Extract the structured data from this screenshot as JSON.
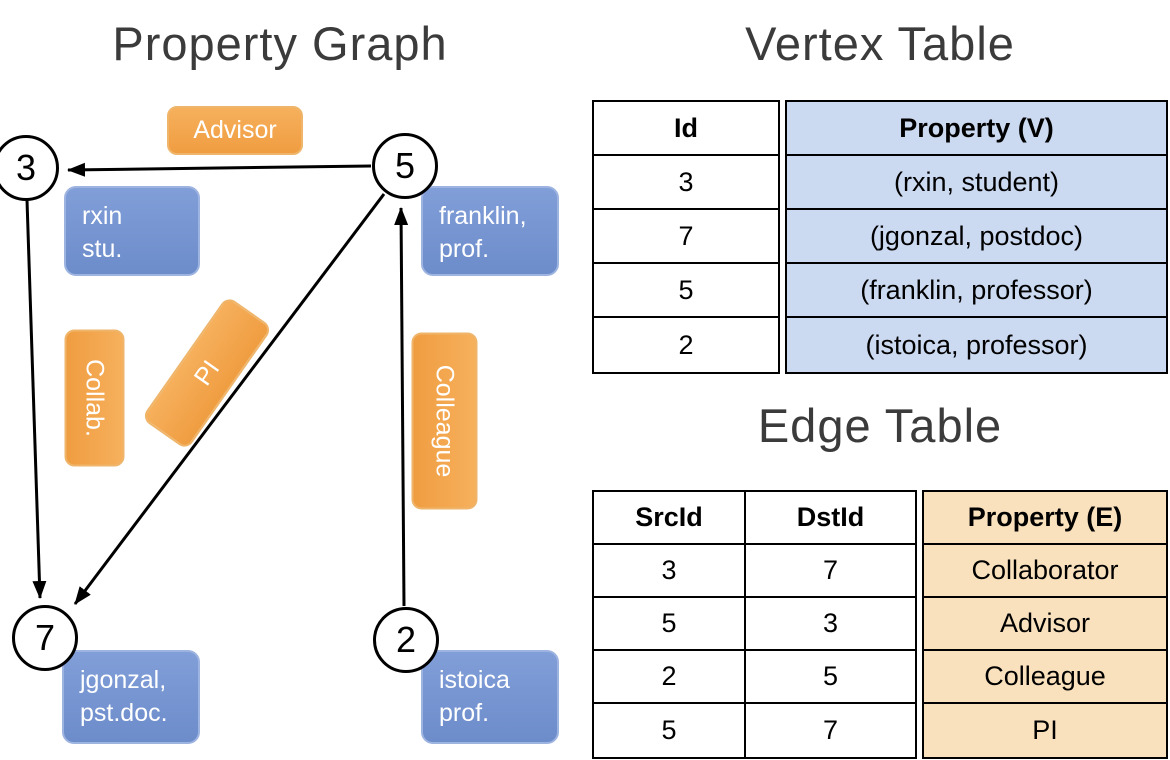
{
  "graph": {
    "title": "Property Graph",
    "vertices": [
      {
        "id": "3",
        "line1": "rxin",
        "line2": "stu."
      },
      {
        "id": "5",
        "line1": "franklin,",
        "line2": "prof."
      },
      {
        "id": "7",
        "line1": "jgonzal,",
        "line2": "pst.doc."
      },
      {
        "id": "2",
        "line1": "istoica",
        "line2": "prof."
      }
    ],
    "edges": [
      {
        "label": "Advisor"
      },
      {
        "label": "Collab."
      },
      {
        "label": "PI"
      },
      {
        "label": "Colleague"
      }
    ]
  },
  "vertex_table": {
    "title": "Vertex Table",
    "headers": [
      "Id",
      "Property (V)"
    ],
    "rows": [
      [
        "3",
        "(rxin, student)"
      ],
      [
        "7",
        "(jgonzal, postdoc)"
      ],
      [
        "5",
        "(franklin, professor)"
      ],
      [
        "2",
        "(istoica, professor)"
      ]
    ]
  },
  "edge_table": {
    "title": "Edge Table",
    "headers": [
      "SrcId",
      "DstId",
      "Property (E)"
    ],
    "rows": [
      [
        "3",
        "7",
        "Collaborator"
      ],
      [
        "5",
        "3",
        "Advisor"
      ],
      [
        "2",
        "5",
        "Colleague"
      ],
      [
        "5",
        "7",
        "PI"
      ]
    ]
  },
  "colors": {
    "title_color": "#3b3b3b",
    "blue_fill": "#6c8cca",
    "blue_fill_light": "#819ed8",
    "blue_border": "#9db3e0",
    "orange_fill": "#f09d41",
    "orange_fill_light": "#f6b05c",
    "orange_border": "#eeb56b",
    "table_blue": "#cbd9f1",
    "table_orange": "#fae1bd"
  }
}
